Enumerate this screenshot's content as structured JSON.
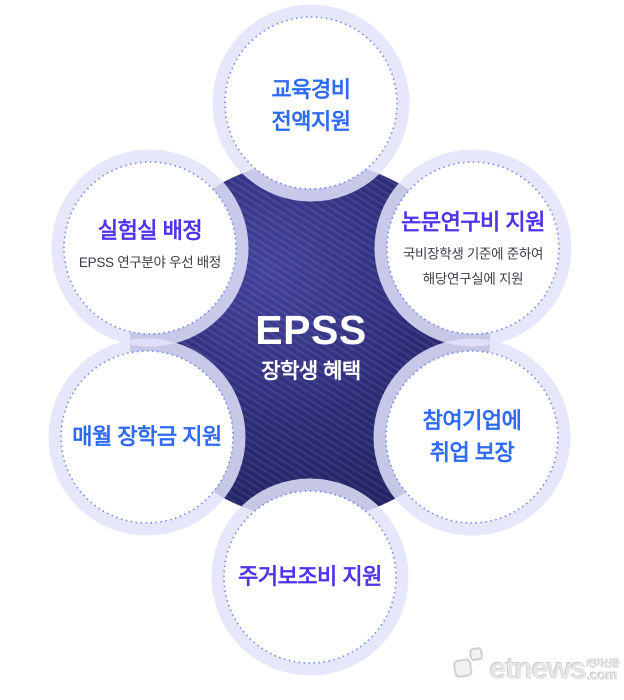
{
  "colors": {
    "blue": "#2e6bf2",
    "violet": "#5232ea",
    "subtitle_gray": "#3d3d46",
    "center_text": "#ffffff",
    "blob_light": "#45449f",
    "blob_mid": "#2b2b75",
    "blob_dark": "#1e1f5a",
    "glow_ring": "#e2e3fa",
    "dotted_border": "#5c7bee",
    "background": "#ffffff",
    "watermark_gray": "#e4e4e4"
  },
  "center": {
    "title": "EPSS",
    "subtitle": "장학생 혜택"
  },
  "nodes": [
    {
      "id": "education-cost",
      "lines": [
        "교육경비",
        "전액지원"
      ],
      "subtitle_lines": []
    },
    {
      "id": "lab-assignment",
      "lines": [
        "실험실 배정"
      ],
      "subtitle_lines": [
        "EPSS 연구분야 우선 배정"
      ]
    },
    {
      "id": "thesis-research",
      "lines": [
        "논문연구비 지원"
      ],
      "subtitle_lines": [
        "국비장학생 기준에 준하여",
        "해당연구실에 지원"
      ]
    },
    {
      "id": "monthly-scholarship",
      "lines": [
        "매월 장학금 지원"
      ],
      "subtitle_lines": []
    },
    {
      "id": "employment-guarantee",
      "lines": [
        "참여기업에",
        "취업 보장"
      ],
      "subtitle_lines": []
    },
    {
      "id": "housing-subsidy",
      "lines": [
        "주거보조비 지원"
      ],
      "subtitle_lines": []
    }
  ],
  "watermark": {
    "brand": "etnews",
    "tld": ".com",
    "caption": "/전자신문"
  }
}
